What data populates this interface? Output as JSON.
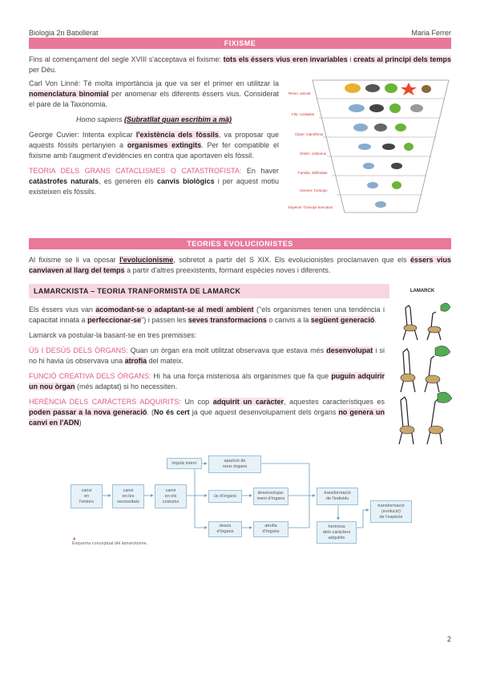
{
  "header": {
    "left": "Biologia 2n Batxillerat",
    "right": "Maria Ferrer"
  },
  "fixisme": {
    "title": "FIXISME",
    "p1_a": "Fins al començament del segle XVIII s'acceptava el fixisme: ",
    "p1_b": "tots els éssers vius eren invariables",
    "p1_c": " i ",
    "p1_d": "creats al principi dels temps",
    "p1_e": " per Déu.",
    "p2_a": "Carl Von Linné: Té molta importància ja que va ser el primer en utilitzar la ",
    "p2_b": "nomenclatura binomial",
    "p2_c": " per anomenar els diferents éssers vius. Considerat el pare de la Taxonomia.",
    "p3_a": "Homo sapiens ",
    "p3_b": "(Subratllat quan escribim a mà)",
    "p4_a": "George Cuvier: Intenta explicar ",
    "p4_b": "l'existència dels fòssils",
    "p4_c": ", va proposar que aquests fòssils pertanyien a ",
    "p4_d": "organismes extingits",
    "p4_e": ". Per fer compatible el fixisme amb l'augment d'evidències en contra que aportaven els fòssil.",
    "p5_a": "TEORIA DELS GRANS CATACLISMES O CATASTROFISTA:",
    "p5_b": " En haver ",
    "p5_c": "catàstrofes naturals",
    "p5_d": ", es generen els ",
    "p5_e": "canvis biològics",
    "p5_f": " i per aquest motiu existeixen els fòssils.",
    "taxonomy": [
      "Reino: animal",
      "Filo: cordados",
      "Clase: mamíferos",
      "Orden: cetáceos",
      "Familia: delfínidae",
      "Genero: Tursiops",
      "Especie: Tursiops truncatus"
    ]
  },
  "teories": {
    "title": "TEORIES EVOLUCIONISTES",
    "p1_a": "Al fixisme se li va oposar ",
    "p1_b": "l'evolucionisme",
    "p1_c": ", sobretot a partir del S XIX. Els evolucionistes proclamaven que els ",
    "p1_d": "éssers vius canviaven al llarg del temps",
    "p1_e": " a partir d'altres preexistents, formant espècies noves i diferents."
  },
  "lamarck": {
    "title": "LAMARCKISTA – TEORIA TRANFORMISTA DE LAMARCK",
    "image_label": "LAMARCK",
    "p1_a": "Els éssers vius van ",
    "p1_b": "acomodant-se o adaptant-se al medi ambient",
    "p1_c": " (\"els organismes tenen una tendència i capacitat innata a ",
    "p1_d": "perfeccionar-se",
    "p1_e": "\") i passen les ",
    "p1_f": "seves transformacions",
    "p1_g": " o canvis a la ",
    "p1_h": "següent generació",
    "p1_i": ".",
    "p2": "Lamarck va postular-la basant-se en tres premisses:",
    "p3_a": "ÚS I DESÚS DELS ÒRGANS:",
    "p3_b": " Quan un òrgan era molt utilitzat observava que estava més ",
    "p3_c": "desenvolupat",
    "p3_d": " i si no hi havia ús observava una ",
    "p3_e": "atrofia",
    "p3_f": " del mateix.",
    "p4_a": "FUNCIÓ CREATIVA DELS ÒRGANS:",
    "p4_b": " Hi ha una força misteriosa als organismes que fa que ",
    "p4_c": "puguin adquirir un nou òrgan",
    "p4_d": " (més adaptat) si ho necessiten.",
    "p5_a": "HERÈNCIA DELS CARÀCTERS ADQUIRITS:",
    "p5_b": " Un cop ",
    "p5_c": "adquirit un caràcter",
    "p5_d": ", aquestes característiques es ",
    "p5_e": "poden passar a la nova generació",
    "p5_f": ". (",
    "p5_g": "No és cert",
    "p5_h": " ja que aquest desenvolupament dels òrgans ",
    "p5_i": "no genera un canvi en l'ADN",
    "p5_j": ")"
  },
  "diagram": {
    "boxes": {
      "canvi_entorn": "canvi\nen\nl'entorn",
      "canvi_necessitats": "canvi\nen les\nnecessitats",
      "canvi_costums": "canvi\nen els\ncostums",
      "impuls_interns": "impuls intern",
      "aparicio": "aparició de\nnous òrgans",
      "us_organs": "ús d'òrgans",
      "desenvolupament": "desenvolupa-\nment d'òrgans",
      "desus": "desús\nd'òrgans",
      "atrofia": "atrofia\nd'òrgans",
      "transformacio": "transformació\nde l'individu",
      "herencia": "herència\ndels caràcters\nadquirits",
      "transformacio_especie": "transformació\n(evolució)\nde l'espècie"
    },
    "caption": "Esquema conceptual del lamarckisme."
  },
  "page_number": "2",
  "colors": {
    "accent": "#e8799b",
    "accent_light": "#f7d6e2",
    "pink_text": "#e05a8a"
  }
}
